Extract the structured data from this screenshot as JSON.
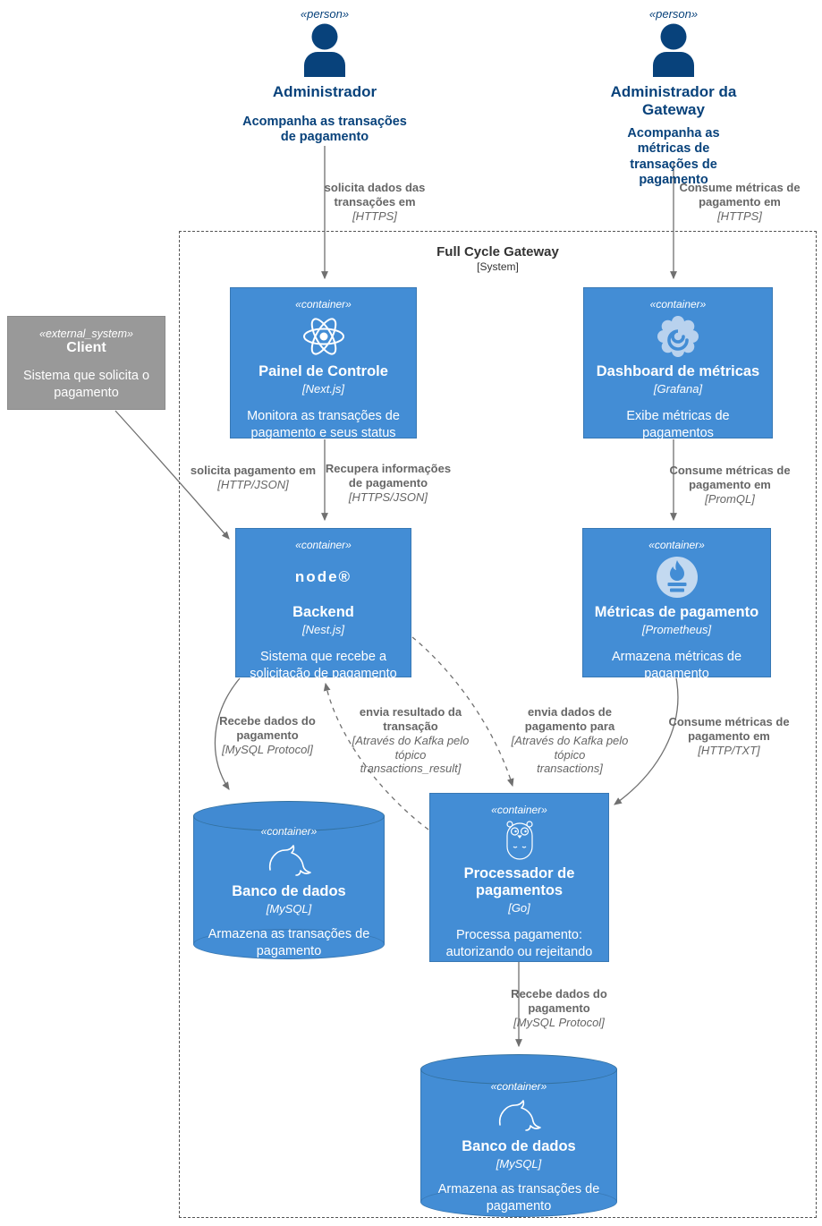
{
  "diagram": {
    "boundary": {
      "title": "Full Cycle Gateway",
      "subtitle": "[System]"
    },
    "persons": [
      {
        "stereotype": "«person»",
        "name": "Administrador",
        "description": "Acompanha as transações\nde pagamento"
      },
      {
        "stereotype": "«person»",
        "name": "Administrador da\nGateway",
        "description": "Acompanha as métricas de\ntransações de pagamento"
      }
    ],
    "external": {
      "stereotype": "«external_system»",
      "name": "Client",
      "description": "Sistema que solicita o\npagamento"
    },
    "containers": [
      {
        "stereotype": "«container»",
        "name": "Painel de Controle",
        "tech": "[Next.js]",
        "description": "Monitora as transações de\npagamento e seus status",
        "icon": "react"
      },
      {
        "stereotype": "«container»",
        "name": "Dashboard de métricas",
        "tech": "[Grafana]",
        "description": "Exibe métricas de\npagamentos",
        "icon": "grafana"
      },
      {
        "stereotype": "«container»",
        "name": "Backend",
        "tech": "[Nest.js]",
        "description": "Sistema que recebe a\nsolicitação de pagamento",
        "icon": "nodejs",
        "logo_text": "node®"
      },
      {
        "stereotype": "«container»",
        "name": "Métricas de pagamento",
        "tech": "[Prometheus]",
        "description": "Armazena métricas de\npagamento",
        "icon": "prometheus"
      },
      {
        "stereotype": "«container»",
        "name": "Banco de dados",
        "tech": "[MySQL]",
        "description": "Armazena as transações de\npagamento",
        "icon": "mysql",
        "shape": "cylinder"
      },
      {
        "stereotype": "«container»",
        "name": "Processador de\npagamentos",
        "tech": "[Go]",
        "description": "Processa pagamento:\nautorizando ou rejeitando",
        "icon": "go-gopher"
      },
      {
        "stereotype": "«container»",
        "name": "Banco de dados",
        "tech": "[MySQL]",
        "description": "Armazena as transações de\npagamento",
        "icon": "mysql",
        "shape": "cylinder"
      }
    ],
    "relationships": [
      {
        "label": "solicita dados das\ntransações em",
        "tech": "[HTTPS]"
      },
      {
        "label": "Consume métricas de\npagamento em",
        "tech": "[HTTPS]"
      },
      {
        "label": "solicita pagamento em",
        "tech": "[HTTP/JSON]"
      },
      {
        "label": "Recupera informações\nde pagamento",
        "tech": "[HTTPS/JSON]"
      },
      {
        "label": "Consume métricas de\npagamento em",
        "tech": "[PromQL]"
      },
      {
        "label": "Recebe dados do\npagamento",
        "tech": "[MySQL Protocol]"
      },
      {
        "label": "envia resultado da\ntransação",
        "tech": "[Através do Kafka pelo\ntópico\ntransactions_result]"
      },
      {
        "label": "envia dados de\npagamento para",
        "tech": "[Através do Kafka pelo\ntópico\ntransactions]"
      },
      {
        "label": "Consume métricas de\npagamento em",
        "tech": "[HTTP/TXT]"
      },
      {
        "label": "Recebe dados do\npagamento",
        "tech": "[MySQL Protocol]"
      }
    ],
    "colors": {
      "container_fill": "#438dd5",
      "container_border": "#3878b4",
      "person": "#08427b",
      "external_fill": "#999999",
      "external_border": "#8a8a8a",
      "edge": "#707070",
      "label_text": "#666666",
      "boundary_border": "#555555"
    }
  }
}
